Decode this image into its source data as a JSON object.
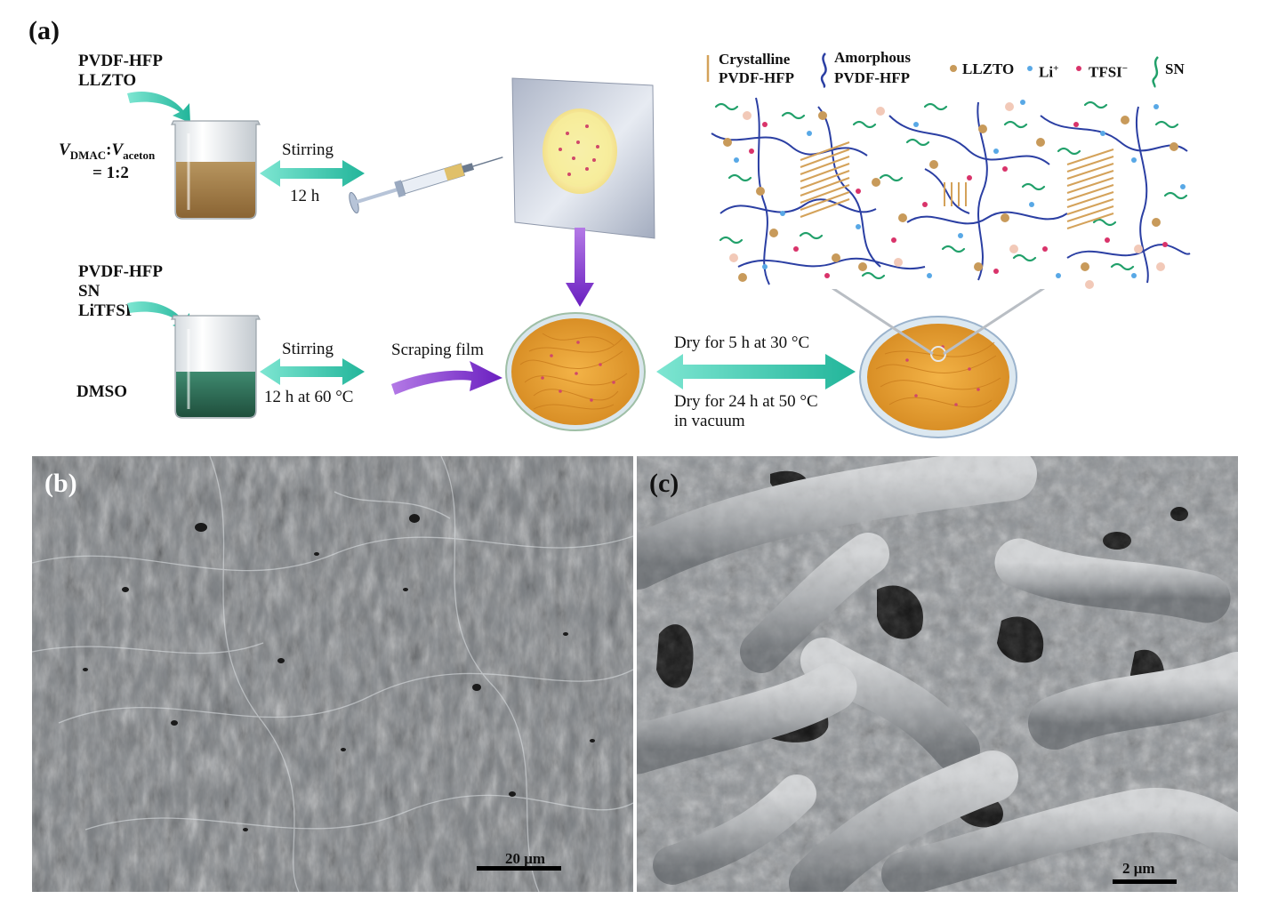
{
  "panels": {
    "a": "(a)",
    "b": "(b)",
    "c": "(c)"
  },
  "step1": {
    "reagents": [
      "PVDF-HFP",
      "LLZTO"
    ],
    "solvent_ratio_v1": "V",
    "solvent_ratio_sub1": "DMAC",
    "solvent_ratio_sep": ":",
    "solvent_ratio_v2": "V",
    "solvent_ratio_sub2": "aceton",
    "solvent_ratio_value": "= 1:2",
    "process": "Stirring",
    "time": "12 h"
  },
  "step2": {
    "reagents": [
      "PVDF-HFP",
      "SN",
      "LiTFSI"
    ],
    "solvent": "DMSO",
    "process": "Stirring",
    "time": "12 h at 60 °C",
    "next": "Scraping film"
  },
  "drying": {
    "stage1": "Dry for 5 h at 30 °C",
    "stage2_line1": "Dry for 24 h at 50 °C",
    "stage2_line2": "in vacuum"
  },
  "legend": {
    "crystalline_line1": "Crystalline",
    "crystalline_line2": "PVDF-HFP",
    "amorphous_line1": "Amorphous",
    "amorphous_line2": "PVDF-HFP",
    "llzto": "LLZTO",
    "li": "Li",
    "li_sup": "+",
    "tfsi": "TFSI",
    "tfsi_sup": "−",
    "sn": "SN"
  },
  "scale_bars": {
    "b": "20 μm",
    "c": "2 μm"
  },
  "colors": {
    "arrow_teal": "#2fc4a8",
    "arrow_purple": "#7a28c8",
    "fiber_orange": "#e4a437",
    "amorphous_blue": "#2b3fa3",
    "sn_green": "#21a06a",
    "llzto_tan": "#c89a5a",
    "li_blue": "#58a8e6",
    "tfsi_pink": "#d9336a",
    "solution_brown": "#9a7540",
    "solution_green": "#2e6a55"
  }
}
